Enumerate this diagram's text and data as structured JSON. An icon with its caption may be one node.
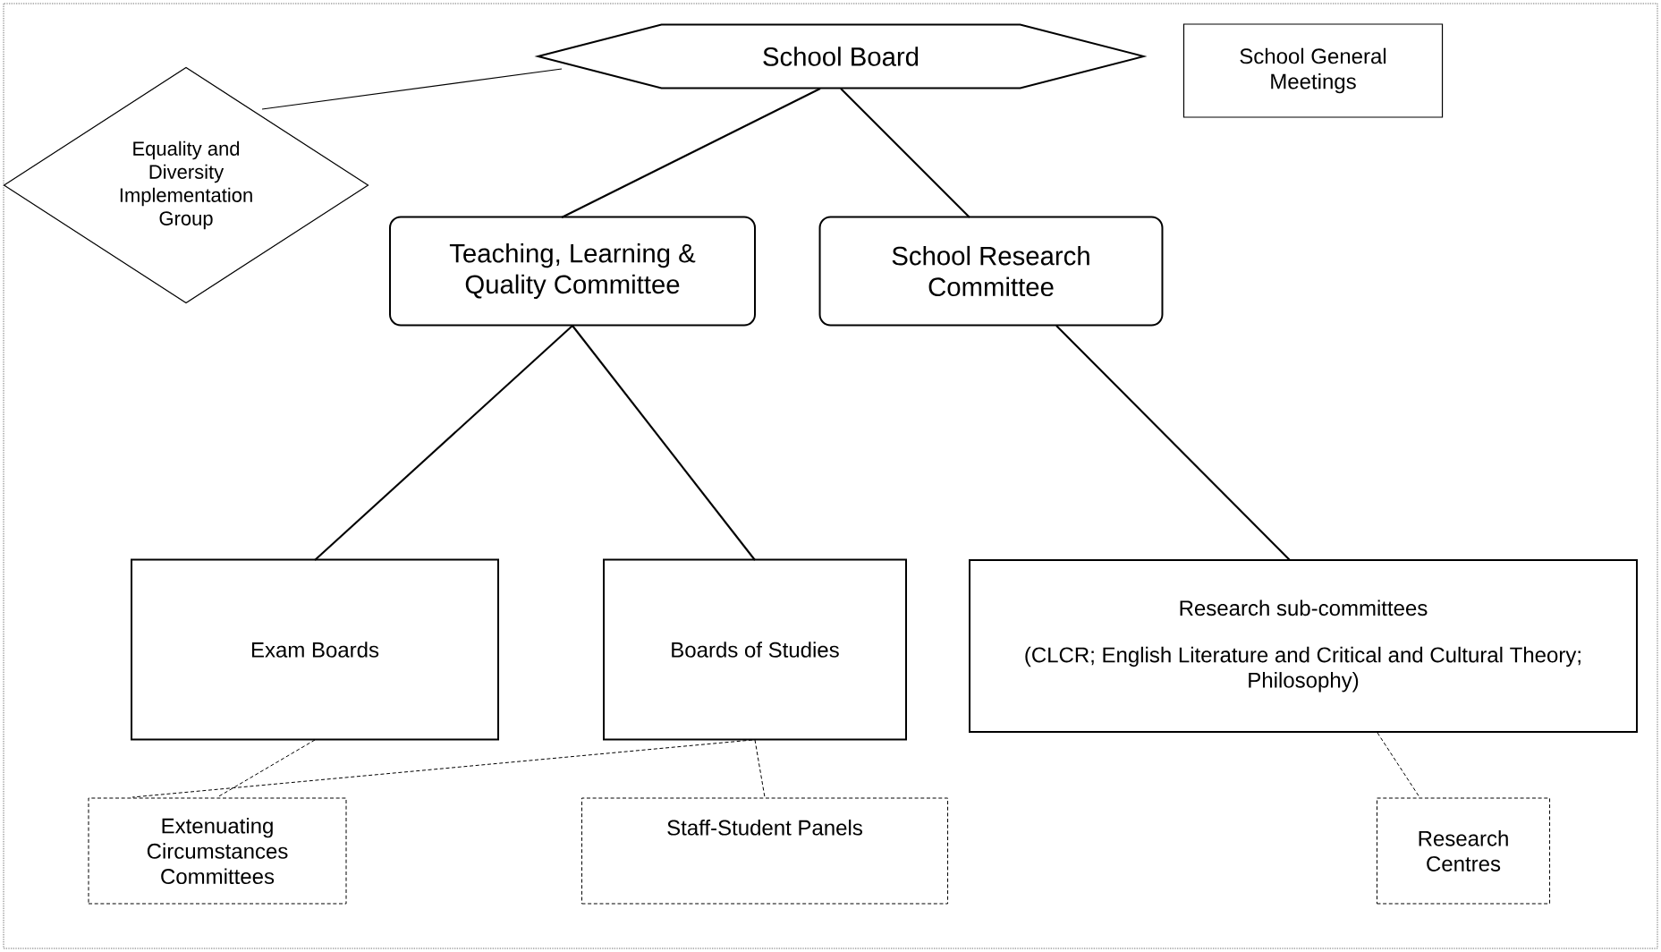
{
  "diagram": {
    "nodes": [
      {
        "text": [
          "School Board"
        ]
      },
      {
        "text": [
          "School General Meetings"
        ]
      },
      {
        "text": [
          "Equality and Diversity Implementation Group"
        ]
      },
      {
        "text": [
          "Teaching, Learning & Quality Committee"
        ]
      },
      {
        "text": [
          "School Research Committee"
        ]
      },
      {
        "text": [
          "Exam Boards"
        ]
      },
      {
        "text": [
          "Boards of Studies"
        ]
      },
      {
        "text": [
          "Research sub-committees",
          "(CLCR; English Literature and Critical and Cultural Theory; Philosophy)"
        ]
      },
      {
        "text": [
          "Extenuating Circumstances Committees"
        ]
      },
      {
        "text": [
          "Staff-Student Panels"
        ]
      },
      {
        "text": [
          "Research Centres"
        ]
      }
    ],
    "edges": [
      {
        "from": 2,
        "to": 0,
        "arrow": "none"
      },
      {
        "from": 0,
        "to": 3,
        "arrow": "none"
      },
      {
        "from": 0,
        "to": 4,
        "arrow": "none"
      },
      {
        "from": 3,
        "to": 5,
        "arrow": "none"
      },
      {
        "from": 3,
        "to": 6,
        "arrow": "none"
      },
      {
        "from": 4,
        "to": 7,
        "arrow": "none"
      },
      {
        "from": 5,
        "to": 8,
        "arrow": "none",
        "style": "dashed"
      },
      {
        "from": 6,
        "to": 8,
        "arrow": "none",
        "style": "dashed"
      },
      {
        "from": 6,
        "to": 9,
        "arrow": "none",
        "style": "dashed"
      },
      {
        "from": 7,
        "to": 10,
        "arrow": "none",
        "style": "dashed"
      }
    ]
  }
}
